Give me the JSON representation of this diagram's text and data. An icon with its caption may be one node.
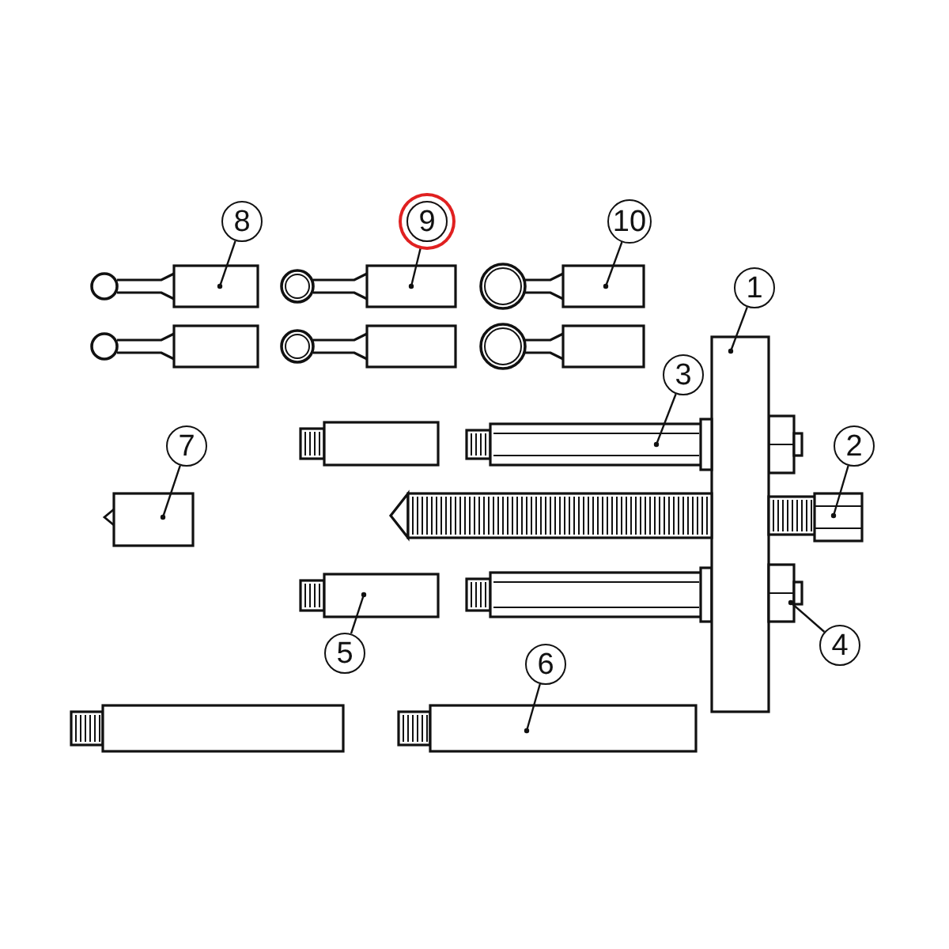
{
  "diagram": {
    "nodes": [
      {
        "text": [
          "8"
        ]
      },
      {
        "text": [
          "9"
        ]
      },
      {
        "text": [
          "10"
        ]
      },
      {
        "text": [
          "1"
        ]
      },
      {
        "text": [
          "3"
        ]
      },
      {
        "text": [
          "2"
        ]
      },
      {
        "text": [
          "7"
        ]
      },
      {
        "text": [
          "4"
        ]
      },
      {
        "text": [
          "5"
        ]
      },
      {
        "text": [
          "6"
        ]
      },
      {
        "text": [],
        "shape": "picture"
      },
      {
        "text": [],
        "shape": "picture"
      },
      {
        "text": [],
        "shape": "picture"
      },
      {
        "text": [],
        "shape": "picture"
      },
      {
        "text": [],
        "shape": "picture"
      },
      {
        "text": [],
        "shape": "picture"
      },
      {
        "text": [],
        "shape": "picture"
      },
      {
        "text": [],
        "shape": "picture"
      },
      {
        "text": [],
        "shape": "picture"
      },
      {
        "text": [],
        "shape": "picture"
      }
    ],
    "edges": [
      {
        "from": 0,
        "to": 10,
        "arrow": "none"
      },
      {
        "from": 1,
        "to": 11,
        "arrow": "none"
      },
      {
        "from": 2,
        "to": 12,
        "arrow": "none"
      },
      {
        "from": 3,
        "to": 13,
        "arrow": "none"
      },
      {
        "from": 4,
        "to": 14,
        "arrow": "none"
      },
      {
        "from": 5,
        "to": 15,
        "arrow": "none"
      },
      {
        "from": 6,
        "to": 16,
        "arrow": "none"
      },
      {
        "from": 7,
        "to": 17,
        "arrow": "none"
      },
      {
        "from": 8,
        "to": 18,
        "arrow": "none"
      },
      {
        "from": 9,
        "to": 19,
        "arrow": "none"
      }
    ]
  }
}
